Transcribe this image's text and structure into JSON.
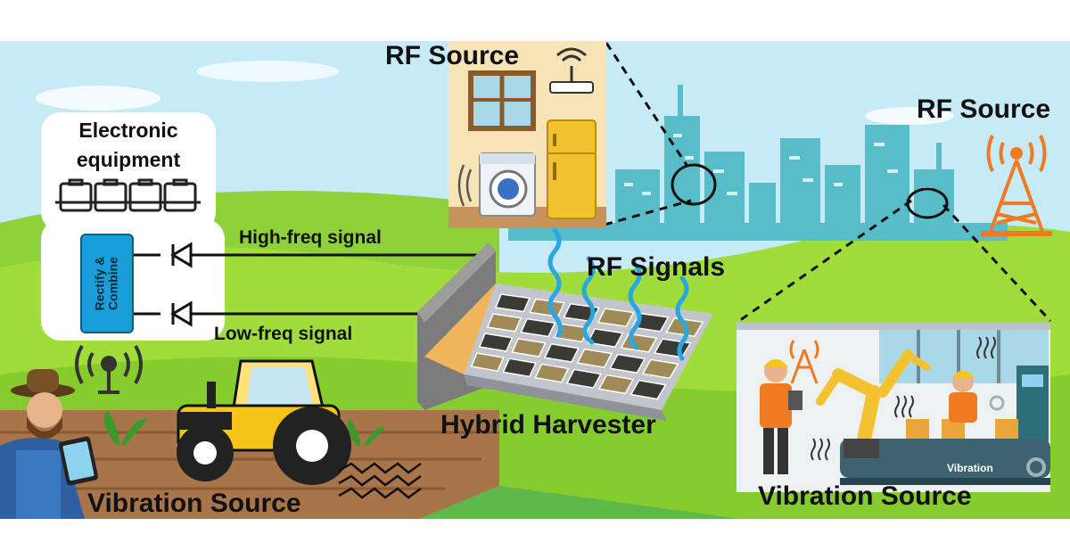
{
  "labels": {
    "rf_source_top": "RF Source",
    "rf_source_right": "RF Source",
    "electronic_equipment_line1": "Electronic",
    "electronic_equipment_line2": "equipment",
    "rectify_combine_line1": "Rectify &",
    "rectify_combine_line2": "Combine",
    "high_freq_signal": "High-freq signal",
    "low_freq_signal": "Low-freq signal",
    "rf_signals": "RF Signals",
    "hybrid_harvester": "Hybrid Harvester",
    "vibration_source_left": "Vibration Source",
    "vibration_source_right": "Vibration Source",
    "vibration_tag": "Vibration"
  },
  "icons": [
    "wifi-router-icon",
    "washing-machine-icon",
    "refrigerator-icon",
    "window-icon",
    "cell-tower-icon",
    "battery-icon",
    "diode-icon",
    "farmer-icon",
    "tractor-icon",
    "antenna-icon",
    "plant-icon",
    "worker-icon",
    "robot-arm-icon",
    "conveyor-belt-icon",
    "gear-icon"
  ],
  "colors": {
    "sky": "#c6ebf7",
    "grass": "#9fdc3c",
    "city": "#58bcc9",
    "rectifier_blue": "#1a9ed9",
    "tower_orange": "#f07a22",
    "tractor_yellow": "#f5c518",
    "soil": "#a8744a"
  }
}
